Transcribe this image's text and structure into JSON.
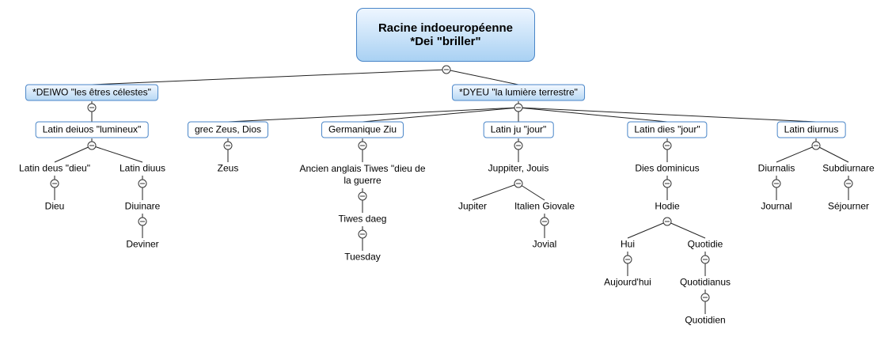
{
  "root": {
    "line1": "Racine indoeuropéenne",
    "line2": "*Dei \"briller\""
  },
  "branches": {
    "deiwo": {
      "label": "*DEIWO \"les êtres célestes\"",
      "latin_deiuos": "Latin deiuos \"lumineux\"",
      "latin_deus": "Latin deus \"dieu\"",
      "dieu": "Dieu",
      "latin_diuus": "Latin diuus",
      "diuinare": "Diuinare",
      "deviner": "Deviner"
    },
    "dyeu": {
      "label": "*DYEU \"la lumière terrestre\"",
      "grec": "grec Zeus, Dios",
      "zeus": "Zeus",
      "germanique": "Germanique Ziu",
      "ancien_anglais_1": "Ancien anglais Tiwes \"dieu de",
      "ancien_anglais_2": "la guerre",
      "tiwes_daeg": "Tiwes daeg",
      "tuesday": "Tuesday",
      "latin_ju": "Latin ju \"jour\"",
      "juppiter": "Juppiter, Jouis",
      "jupiter": "Jupiter",
      "italien_giovale": "Italien Giovale",
      "jovial": "Jovial",
      "latin_dies": "Latin dies \"jour\"",
      "dies_dominicus": "Dies dominicus",
      "hodie": "Hodie",
      "hui": "Hui",
      "aujourdhui": "Aujourd'hui",
      "quotidie": "Quotidie",
      "quotidianus": "Quotidianus",
      "quotidien": "Quotidien",
      "latin_diurnus": "Latin diurnus",
      "diurnalis": "Diurnalis",
      "journal": "Journal",
      "subdiurnare": "Subdiurnare",
      "sejourner": "Séjourner"
    }
  },
  "colors": {
    "box_border": "#4a86c8",
    "box_fill": "#b8d8f4"
  }
}
